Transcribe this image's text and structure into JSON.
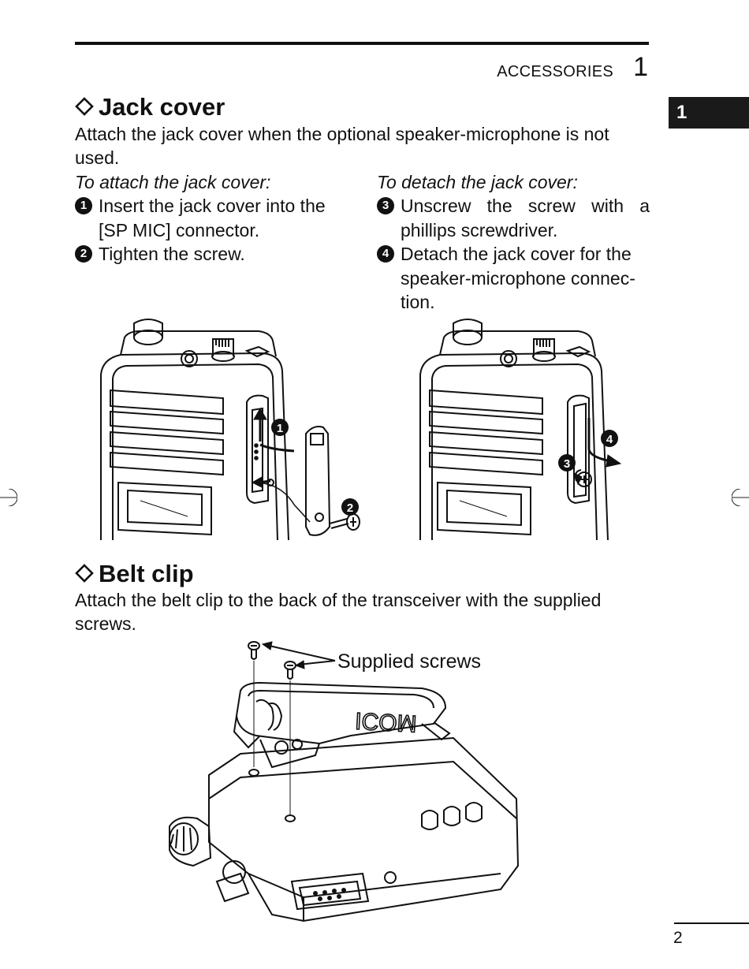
{
  "header": {
    "chapter_label": "ACCESSORIES",
    "chapter_number": "1",
    "side_tab": "1"
  },
  "jack_cover": {
    "title": "Jack cover",
    "intro": "Attach the jack cover when the optional speaker-microphone is not used.",
    "attach": {
      "heading": "To attach the jack cover:",
      "steps": [
        {
          "num": "1",
          "text": "Insert the jack cover into the [SP MIC] connector."
        },
        {
          "num": "2",
          "text": "Tighten the screw."
        }
      ]
    },
    "detach": {
      "heading": "To detach the jack cover:",
      "steps": [
        {
          "num": "3",
          "text": "Unscrew the screw with a phillips screwdriver."
        },
        {
          "num": "4",
          "text": "Detach the jack cover for the speaker-microphone connec-tion."
        }
      ]
    },
    "figure_callouts": {
      "a": "1",
      "b": "2",
      "c": "3",
      "d": "4"
    }
  },
  "belt_clip": {
    "title": "Belt clip",
    "intro": "Attach the belt clip to the back of the transceiver with the supplied screws.",
    "callout": "Supplied screws",
    "clip_logo": "ICOM"
  },
  "footer": {
    "page_number": "2"
  }
}
